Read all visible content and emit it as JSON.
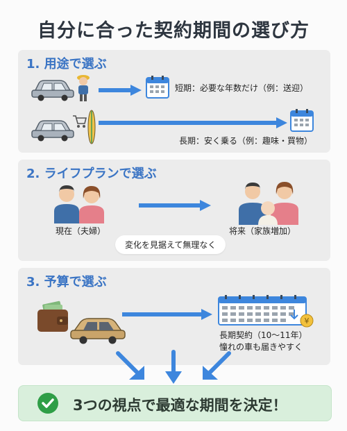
{
  "title": "自分に合った契約期間の選び方",
  "section1": {
    "heading": "1. 用途で選ぶ",
    "short_label": "短期：必要な年数だけ（例：送迎）",
    "long_label": "長期：安く乗る（例：趣味・買物）"
  },
  "section2": {
    "heading": "2. ライフプランで選ぶ",
    "now_label": "現在（夫婦）",
    "future_label": "将来（家族増加）",
    "note": "変化を見据えて無理なく"
  },
  "section3": {
    "heading": "3. 予算で選ぶ",
    "contract_label": "長期契約（10～11年）",
    "dream_label": "憧れの車も届きやすく"
  },
  "conclusion": "3つの視点で最適な期間を決定！",
  "colors": {
    "accent_blue": "#3a74c4",
    "arrow_blue": "#3d86dd",
    "banner_green": "#d9efdc",
    "check_green": "#2f9e47"
  }
}
